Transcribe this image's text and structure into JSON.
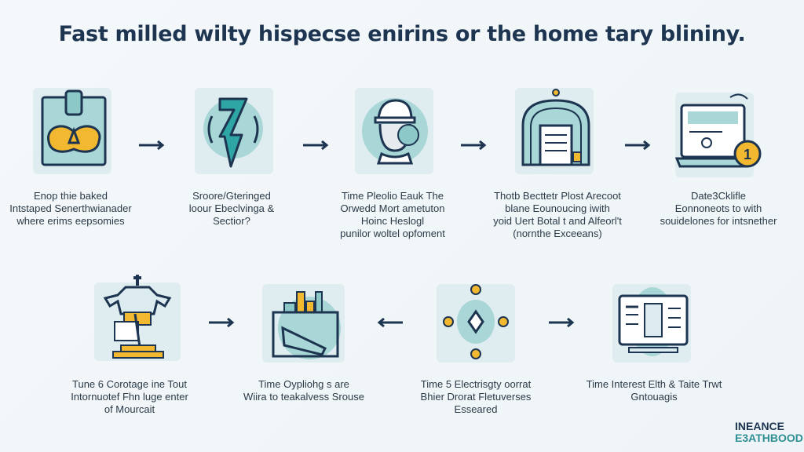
{
  "title": "Fast milled wilty hispecse enirins or the home tary blininy.",
  "colors": {
    "navy": "#1d3550",
    "teal": "#5fb8bb",
    "light_teal": "#a9d6d6",
    "yellow": "#f2b82f",
    "background": "#f2f7f9"
  },
  "steps_row1": [
    {
      "icon": "reactor-box-icon",
      "caption": [
        "Enop thie baked",
        "Intstaped Senerthwianader",
        "where erims eepsomies"
      ]
    },
    {
      "icon": "lightning-bolt-icon",
      "caption": [
        "Sroore/Gteringed",
        "loour Ebeclvinga &",
        "Sectior?"
      ]
    },
    {
      "icon": "worker-helmet-icon",
      "caption": [
        "Time Pleolio Eauk The",
        "Orwedd Mort ametuton",
        "Hoinc Heslogl",
        "punilor woltel opfoment"
      ]
    },
    {
      "icon": "house-document-icon",
      "caption": [
        "Thotb Becttetr Plost Arecoot",
        "blane Eounoucing iwith",
        "yoid Uert Botal t and Alfeorl't",
        "(nornthe Exceeans)"
      ]
    },
    {
      "icon": "laptop-coin-icon",
      "caption": [
        "Date3Cklifle",
        "Eonnoneots to with",
        "souidelones for intsnether"
      ]
    }
  ],
  "steps_row2": [
    {
      "icon": "tower-machine-icon",
      "caption": [
        "Tune 6 Corotage ine Tout",
        "Intornuotef Fhn luge enter",
        "of Mourcait"
      ]
    },
    {
      "icon": "bar-chart-box-icon",
      "caption": [
        "Time Oypliohg s are",
        "Wiira to teakalvess Srouse"
      ]
    },
    {
      "icon": "network-hub-icon",
      "caption": [
        "Time 5 Electrisgty oorrat",
        "Bhier Drorat Fletuverses",
        "Esseared"
      ]
    },
    {
      "icon": "monitor-checklist-icon",
      "caption": [
        "Time Interest Elth & Taite Trwt",
        "Gntouagis"
      ]
    }
  ],
  "arrows": [
    "right",
    "right",
    "right",
    "right",
    "right",
    "left",
    "right"
  ],
  "logo": {
    "line1": "INEANCE",
    "line2": "E3ATHBOOD"
  }
}
